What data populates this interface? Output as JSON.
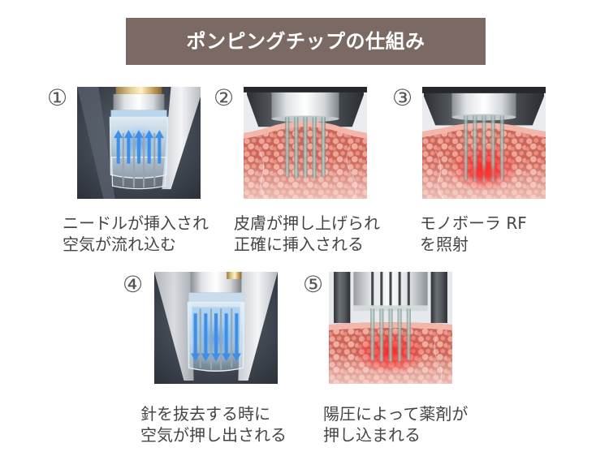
{
  "title": "ポンピングチップの仕組み",
  "colors": {
    "title_bg": "#7b6a64",
    "title_text": "#ffffff",
    "caption_text": "#454545",
    "number_text": "#555555",
    "airflow_arrow": "#3f8fe6",
    "rf_glow": "#ff2424"
  },
  "steps": [
    {
      "number": "①",
      "caption": [
        "ニードルが挿入され",
        "空気が流れ込む"
      ]
    },
    {
      "number": "②",
      "caption": [
        "皮膚が押し上げられ",
        "正確に挿入される"
      ]
    },
    {
      "number": "③",
      "caption": [
        "モノボーラ RF",
        "を照射"
      ]
    },
    {
      "number": "④",
      "caption": [
        "針を抜去する時に",
        "空気が押し出される"
      ]
    },
    {
      "number": "⑤",
      "caption": [
        "陽圧によって薬剤が",
        "押し込まれる"
      ]
    }
  ]
}
